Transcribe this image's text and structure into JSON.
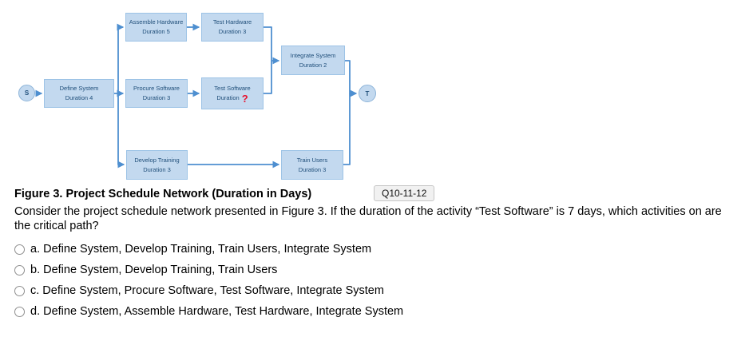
{
  "diagram": {
    "colors": {
      "node_fill": "#C3D9EF",
      "node_border": "#9DC3E6",
      "connector": "#4E8FD0",
      "node_text": "#1F4E79",
      "unknown_duration": "#E8112D"
    },
    "nodes": [
      {
        "id": "start",
        "label": "S"
      },
      {
        "id": "define-system",
        "line1": "Define System",
        "line2": "Duration 4"
      },
      {
        "id": "assemble-hardware",
        "line1": "Assemble Hardware",
        "line2": "Duration 5"
      },
      {
        "id": "test-hardware",
        "line1": "Test Hardware",
        "line2": "Duration 3"
      },
      {
        "id": "procure-software",
        "line1": "Procure Software",
        "line2": "Duration 3"
      },
      {
        "id": "test-software",
        "line1": "Test Software",
        "line2_label": "Duration",
        "line2_value": "?"
      },
      {
        "id": "integrate-system",
        "line1": "Integrate System",
        "line2": "Duration 2"
      },
      {
        "id": "develop-training",
        "line1": "Develop Training",
        "line2": "Duration 3"
      },
      {
        "id": "train-users",
        "line1": "Train Users",
        "line2": "Duration 3"
      },
      {
        "id": "end",
        "label": "T"
      }
    ],
    "edges": [
      "S -> Define System",
      "Define System -> Assemble Hardware",
      "Define System -> Procure Software",
      "Define System -> Develop Training",
      "Assemble Hardware -> Test Hardware",
      "Test Hardware -> Integrate System",
      "Procure Software -> Test Software",
      "Test Software -> Integrate System",
      "Develop Training -> Train Users",
      "Integrate System -> T",
      "Train Users -> T"
    ]
  },
  "figure": {
    "caption": "Figure 3. Project Schedule Network (Duration in Days)",
    "tag": "Q10-11-12"
  },
  "question": {
    "text": "Consider the project schedule network presented in Figure 3.  If the duration of the activity “Test Software” is 7 days, which activities on are the critical path?",
    "options": [
      {
        "letter": "a.",
        "text": "Define System, Develop Training, Train Users, Integrate System"
      },
      {
        "letter": "b.",
        "text": "Define System, Develop Training, Train Users"
      },
      {
        "letter": "c.",
        "text": "Define System, Procure Software, Test Software, Integrate System"
      },
      {
        "letter": "d.",
        "text": "Define System, Assemble Hardware, Test Hardware, Integrate System"
      }
    ]
  }
}
